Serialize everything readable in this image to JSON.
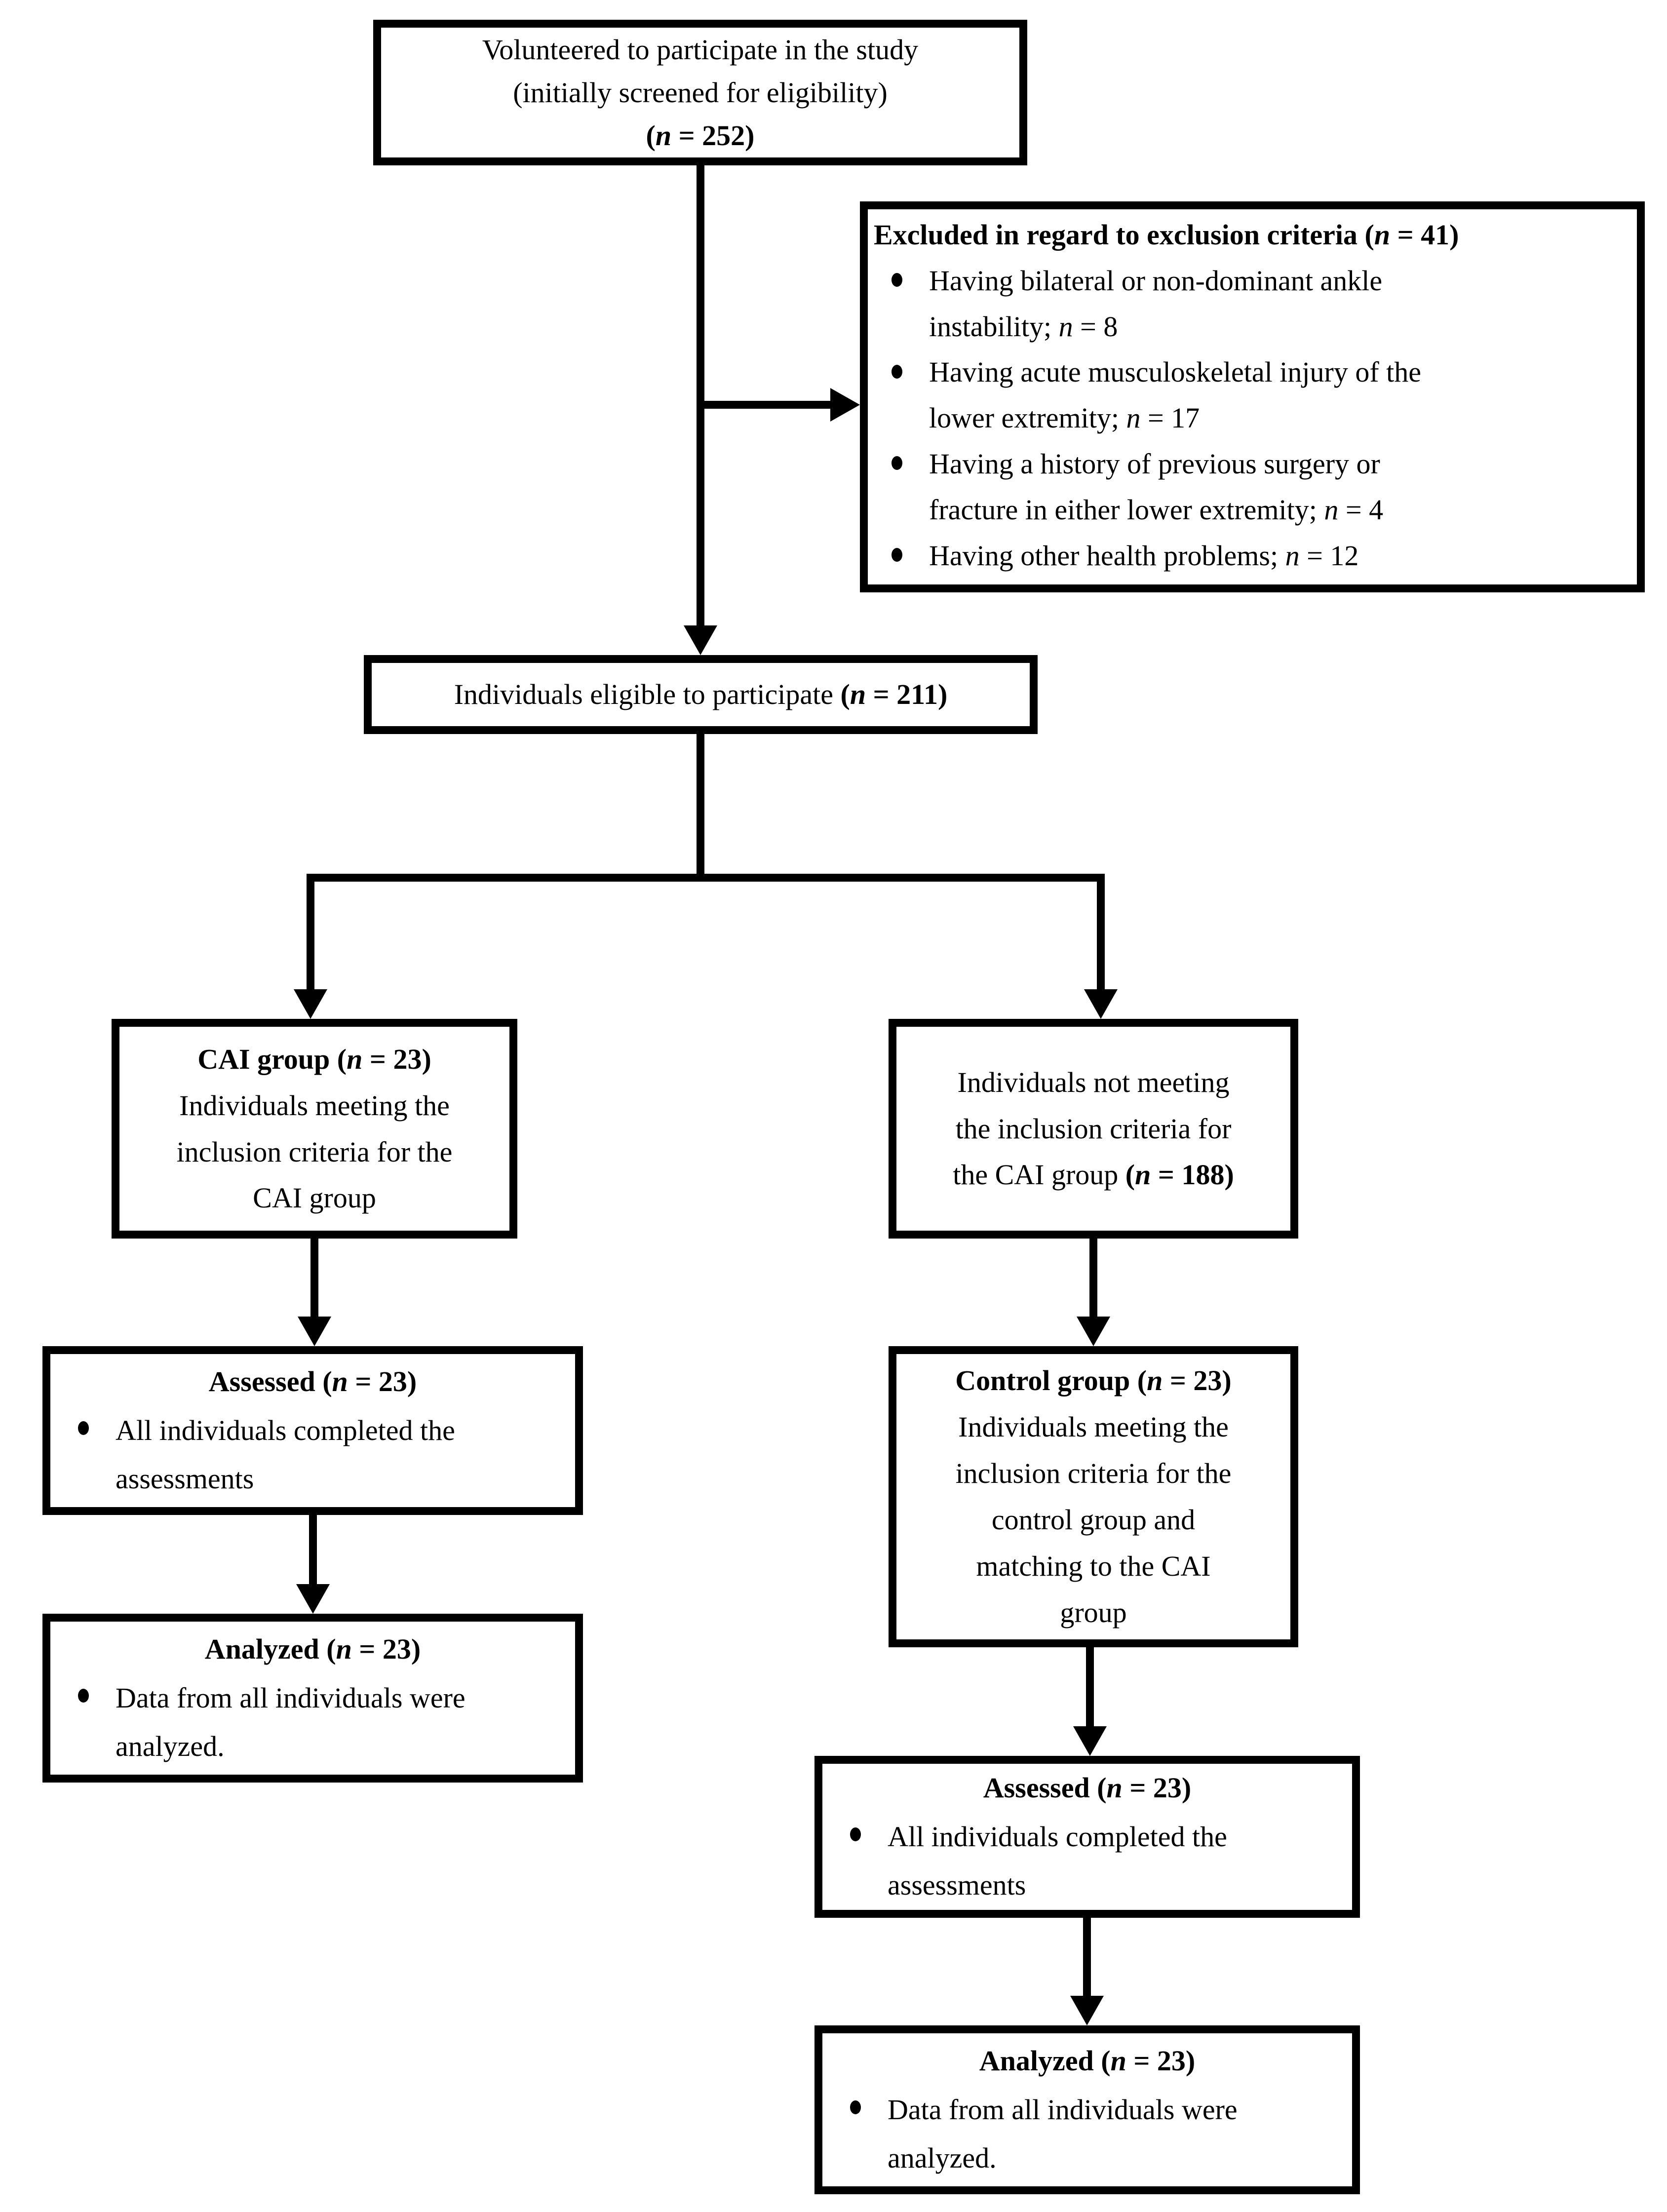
{
  "figure": {
    "background_color": "#ffffff",
    "line_color": "#000000",
    "text_color": "#000000",
    "boxes": {
      "volunteered": {
        "lines": [
          "Volunteered to participate in the study",
          "(initially screened for eligibility)",
          "(n = 252)"
        ]
      },
      "excluded": {
        "title": "Excluded in regard to exclusion criteria (n = 41)",
        "items": [
          {
            "lines": [
              "Having bilateral or non-dominant ankle",
              "instability; n = 8"
            ]
          },
          {
            "lines": [
              "Having acute musculoskeletal injury of the",
              "lower extremity; n = 17"
            ]
          },
          {
            "lines": [
              "Having a history of previous surgery or",
              "fracture in either lower extremity; n = 4"
            ]
          },
          {
            "lines": [
              "Having other health problems; n = 12"
            ]
          }
        ]
      },
      "eligible": {
        "text": "Individuals eligible to participate (n = 211)"
      },
      "cai": {
        "title": "CAI group (n = 23)",
        "lines": [
          "Individuals meeting the",
          "inclusion criteria for the",
          "CAI group"
        ]
      },
      "not_meeting": {
        "lines": [
          "Individuals not meeting",
          "the inclusion criteria for",
          "the CAI group (n = 188)"
        ]
      },
      "assessed_cai": {
        "title": "Assessed (n = 23)",
        "items": [
          {
            "lines": [
              "All individuals completed the",
              "assessments"
            ]
          }
        ]
      },
      "analyzed_cai": {
        "title": "Analyzed (n = 23)",
        "items": [
          {
            "lines": [
              "Data from all individuals were",
              "analyzed."
            ]
          }
        ]
      },
      "control": {
        "title": "Control group (n = 23)",
        "lines": [
          "Individuals meeting the",
          "inclusion criteria for the",
          "control group and",
          "matching to the CAI",
          "group"
        ]
      },
      "assessed_control": {
        "title": "Assessed (n = 23)",
        "items": [
          {
            "lines": [
              "All individuals completed the",
              "assessments"
            ]
          }
        ]
      },
      "analyzed_control": {
        "title": "Analyzed (n = 23)",
        "items": [
          {
            "lines": [
              "Data from all individuals were",
              "analyzed."
            ]
          }
        ]
      }
    }
  }
}
